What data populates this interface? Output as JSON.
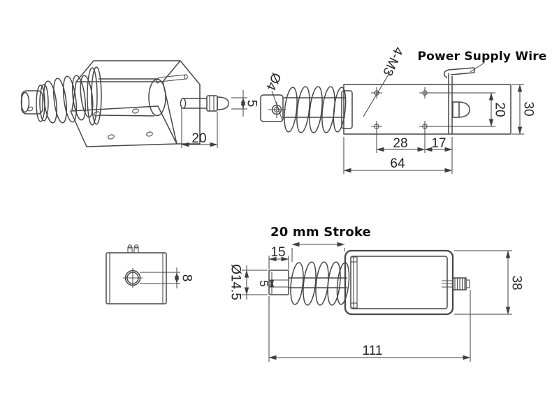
{
  "labels": {
    "power_supply_wire": "Power Supply Wire",
    "stroke": "20 mm Stroke"
  },
  "iso_view": {
    "shaft_dia": "5",
    "shaft_ext": "20"
  },
  "top_view": {
    "hole_dia": "Ø4",
    "mount_thread": "4-M3",
    "hole_span_v": "20",
    "body_height": "30",
    "hole_span_h": "28",
    "bracket_offset": "17",
    "body_length": "64"
  },
  "end_view": {
    "shaft_dia": "8"
  },
  "side_view": {
    "tip_length": "15",
    "plunger_dia": "Ø14.5",
    "slot_width": "5",
    "frame_height": "38",
    "overall_length": "111"
  },
  "colors": {
    "line": "#474747",
    "dimension": "#3f3f3f",
    "label_text": "#0d0d0d",
    "background": "#ffffff"
  }
}
